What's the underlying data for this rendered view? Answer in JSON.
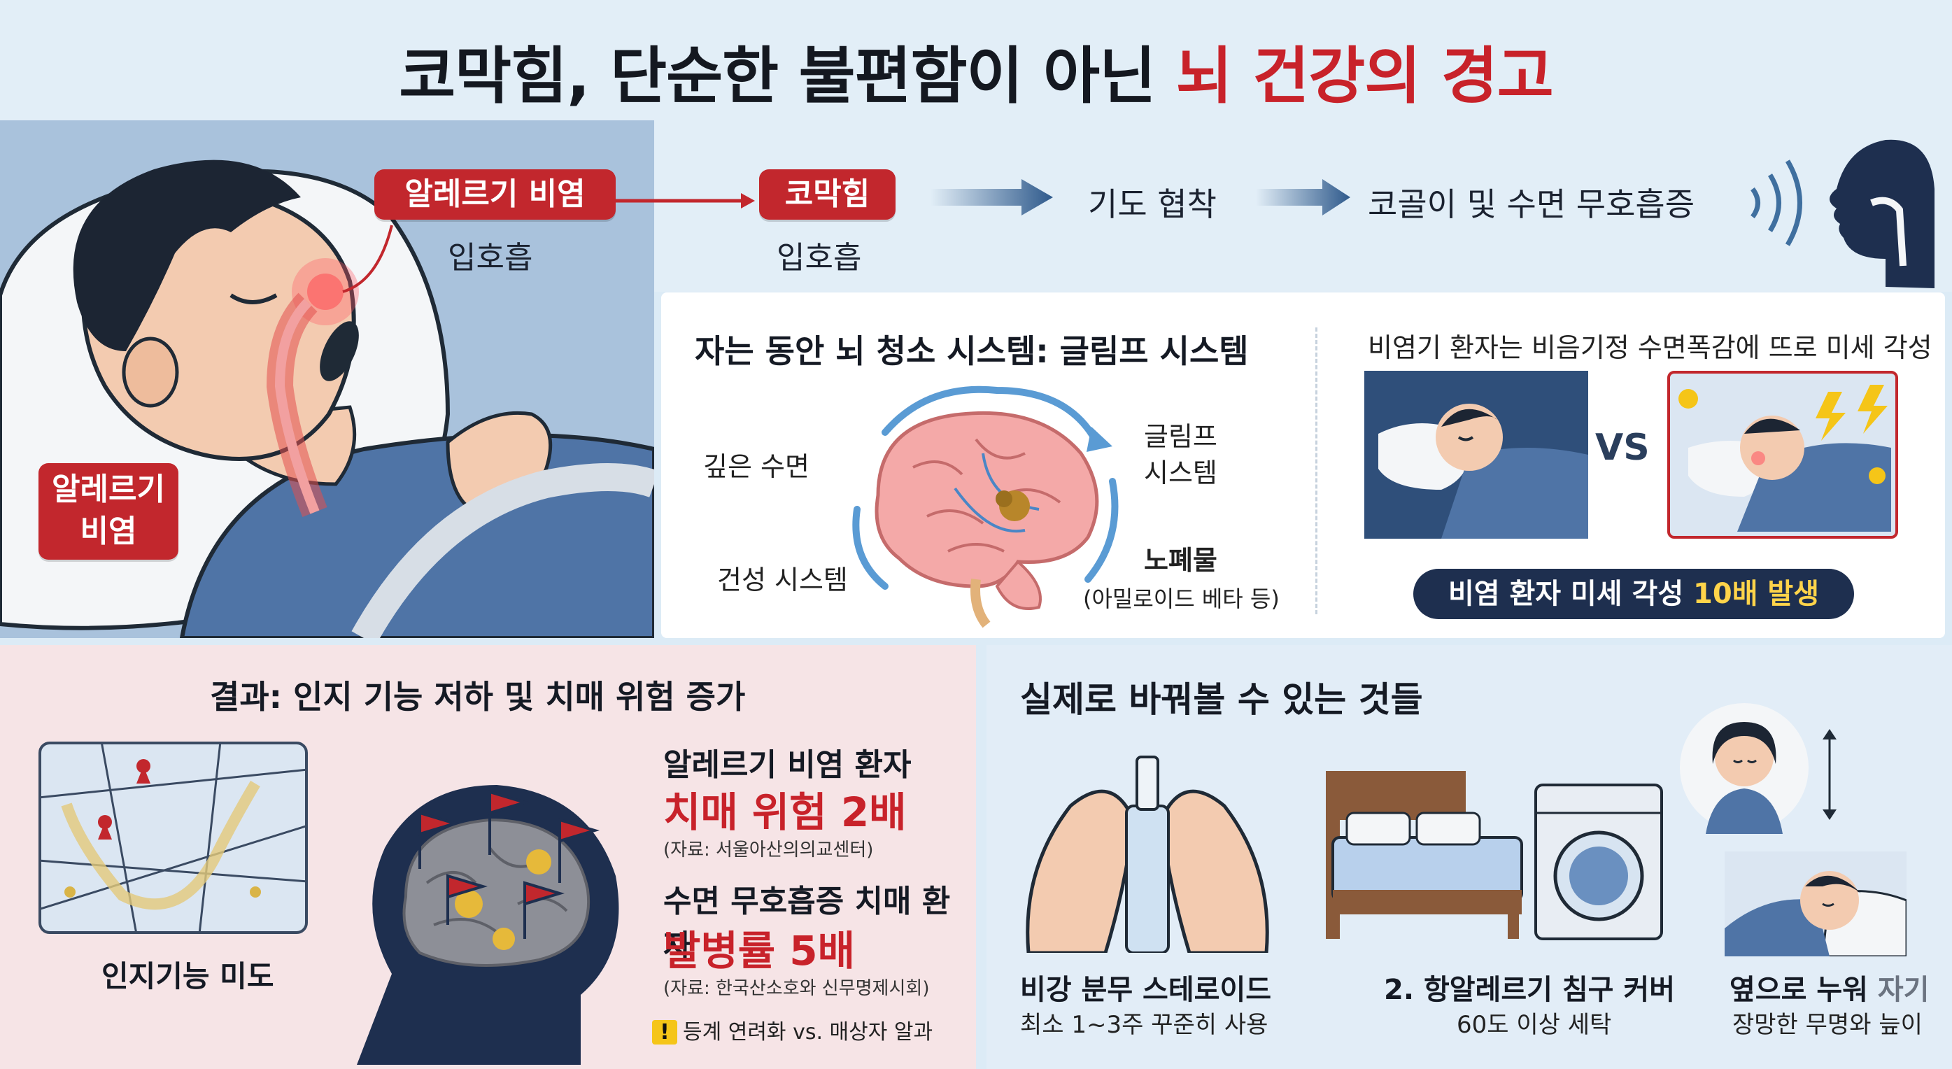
{
  "title": {
    "main": "코막힘, 단순한 불편함이 아닌 ",
    "highlight": "뇌 건강의 경고"
  },
  "sleeper": {
    "tag_top": "알레르기 비염",
    "tag_top_sub": "입호흡",
    "tag_side_line1": "알레르기",
    "tag_side_line2": "비염"
  },
  "flow": {
    "step1": "코막힘",
    "step1_sub": "입호흡",
    "step2": "기도 협착",
    "step3": "코골이 및 수면 무호흡증"
  },
  "glymph": {
    "title": "자는 동안 뇌 청소 시스템: 글림프 시스템",
    "label_deep_sleep": "깊은 수면",
    "label_glymph_line1": "글림프",
    "label_glymph_line2": "시스템",
    "label_dry": "건성 시스템",
    "label_waste": "노폐물",
    "label_waste_sub": "(아밀로이드 베타 등)",
    "compare_title": "비염기 환자는 비음기정 수면폭감에 뜨로 미세 각성",
    "vs": "VS",
    "banner_prefix": "비염 환자 미세 각성 ",
    "banner_highlight": "10배 발생",
    "colors": {
      "banner_highlight": "#ffd44a",
      "banner_bg": "#1e2f4f"
    }
  },
  "result": {
    "title": "결과: 인지 기능 저하 및 치매 위험 증가",
    "map_caption": "인지기능 미도",
    "stat1_label": "알레르기 비염 환자",
    "stat1_value": "치매 위험 2배",
    "stat1_source": "(자료: 서울아산의의교센터)",
    "stat2_label": "수면 무호흡증 치매 환자",
    "stat2_value": "발병률 5배",
    "stat2_source": "(자료: 한국산소호와 신무명제시회)",
    "warning": "등계 연려화 vs. 매상자 알과"
  },
  "change": {
    "title": "실제로 바꿔볼 수 있는 것들",
    "item1_title": "비강 분무 스테로이드",
    "item1_sub": "최소 1~3주 꾸준히 사용",
    "item2_title": "2. 항알레르기 침구 커버",
    "item2_sub": "60도 이상 세탁",
    "item3_title_main": "옆으로 누워 ",
    "item3_title_dim": "자기",
    "item3_sub": "장망한 무명와 늪이"
  }
}
